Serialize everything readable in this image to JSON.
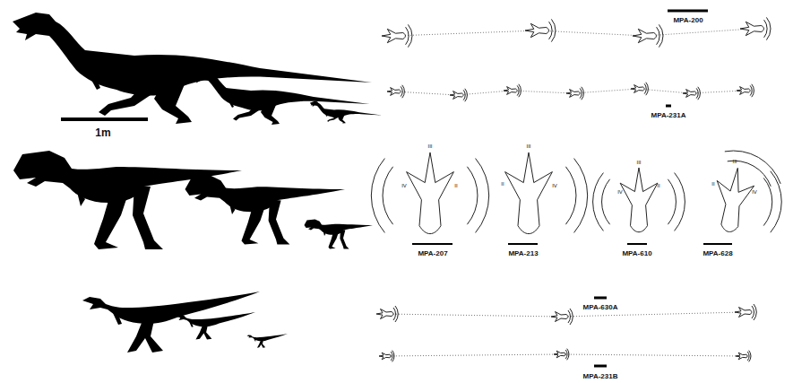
{
  "diagram": {
    "labels": [
      "1m",
      "MPA-200",
      "MPA-231A",
      "IV",
      "III",
      "II",
      "MPA-207",
      "II",
      "III",
      "IV",
      "MPA-213",
      "IV",
      "III",
      "II",
      "MPA-610",
      "II",
      "III",
      "IV",
      "MPA-628",
      "MPA-630A",
      "MPA-231B"
    ]
  }
}
